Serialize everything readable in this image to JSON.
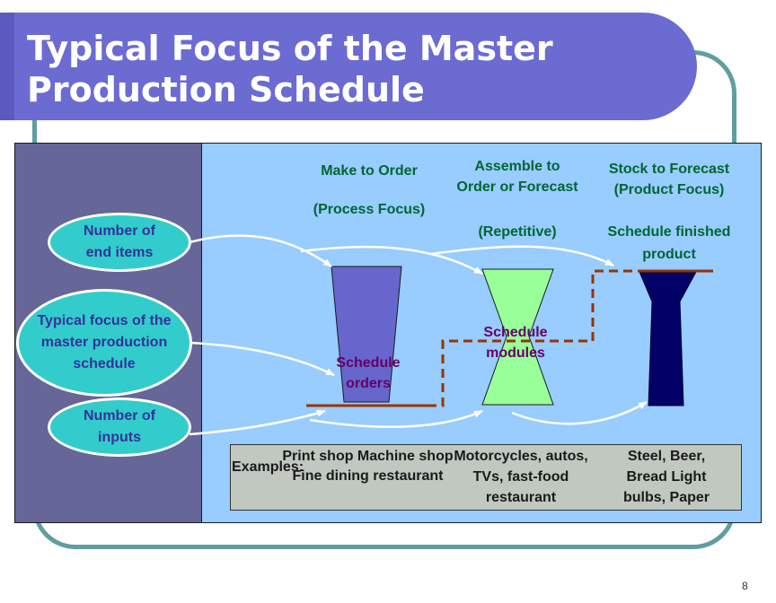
{
  "title": {
    "line1": "Typical Focus of the Master",
    "line2": "Production Schedule"
  },
  "left_nodes": {
    "end_items": "Number of end items",
    "focus": "Typical focus of the master production schedule",
    "inputs": "Number of inputs"
  },
  "columns": {
    "make_to_order": {
      "heading": "Make to Order",
      "sub": "(Process Focus)",
      "shape_label": "Schedule orders"
    },
    "assemble_to_order": {
      "heading": "Assemble to Order or Forecast",
      "sub": "(Repetitive)",
      "shape_label": "Schedule modules"
    },
    "stock_to_forecast": {
      "heading": "Stock to Forecast (Product Focus)",
      "sub": "Schedule finished product"
    }
  },
  "examples": {
    "label": "Examples:",
    "make_to_order": "Print shop Machine shop Fine dining restaurant",
    "assemble_to_order": "Motorcycles, autos, TVs, fast-food restaurant",
    "stock_to_forecast": "Steel, Beer, Bread Light bulbs, Paper"
  },
  "page_number": "8",
  "colors": {
    "title_bar": "#6b6bd2",
    "diagram_bg": "#99ccff",
    "left_panel": "#666699",
    "oval": "#33cccc",
    "process_shape": "#6666cc",
    "repetitive_shape": "#99ff99",
    "product_shape": "#000066",
    "focus_line": "#993300"
  }
}
